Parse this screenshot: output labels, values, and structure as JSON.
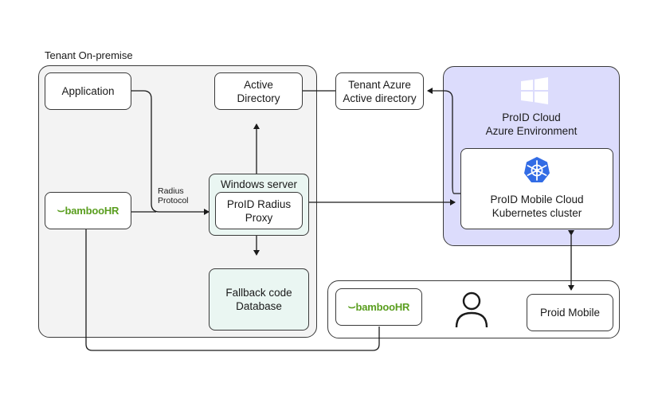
{
  "onprem": {
    "title": "Tenant On-premise",
    "application": "Application",
    "active_directory": "Active\nDirectory",
    "windows_server": "Windows server",
    "radius_proxy": "ProID Radius\nProxy",
    "fallback_db": "Fallback code\nDatabase",
    "radius_protocol": "Radius\nProtocol",
    "bamboo_logo": "bambooHR"
  },
  "azure_ad": "Tenant Azure\nActive directory",
  "cloud": {
    "title": "ProID Cloud\nAzure Environment",
    "cluster": "ProID Mobile Cloud\nKubernetes cluster",
    "windows_icon": "windows-logo-icon",
    "k8s_icon": "kubernetes-icon"
  },
  "user_side": {
    "bamboo_logo": "bambooHR",
    "user_icon": "person-icon",
    "mobile": "Proid Mobile"
  },
  "colors": {
    "onprem_bg": "#f3f3f3",
    "cloud_bg": "#dcdcfc",
    "server_bg": "#eaf6f2",
    "bamboo_green": "#5a9e1f",
    "k8s_blue": "#326ce5"
  }
}
